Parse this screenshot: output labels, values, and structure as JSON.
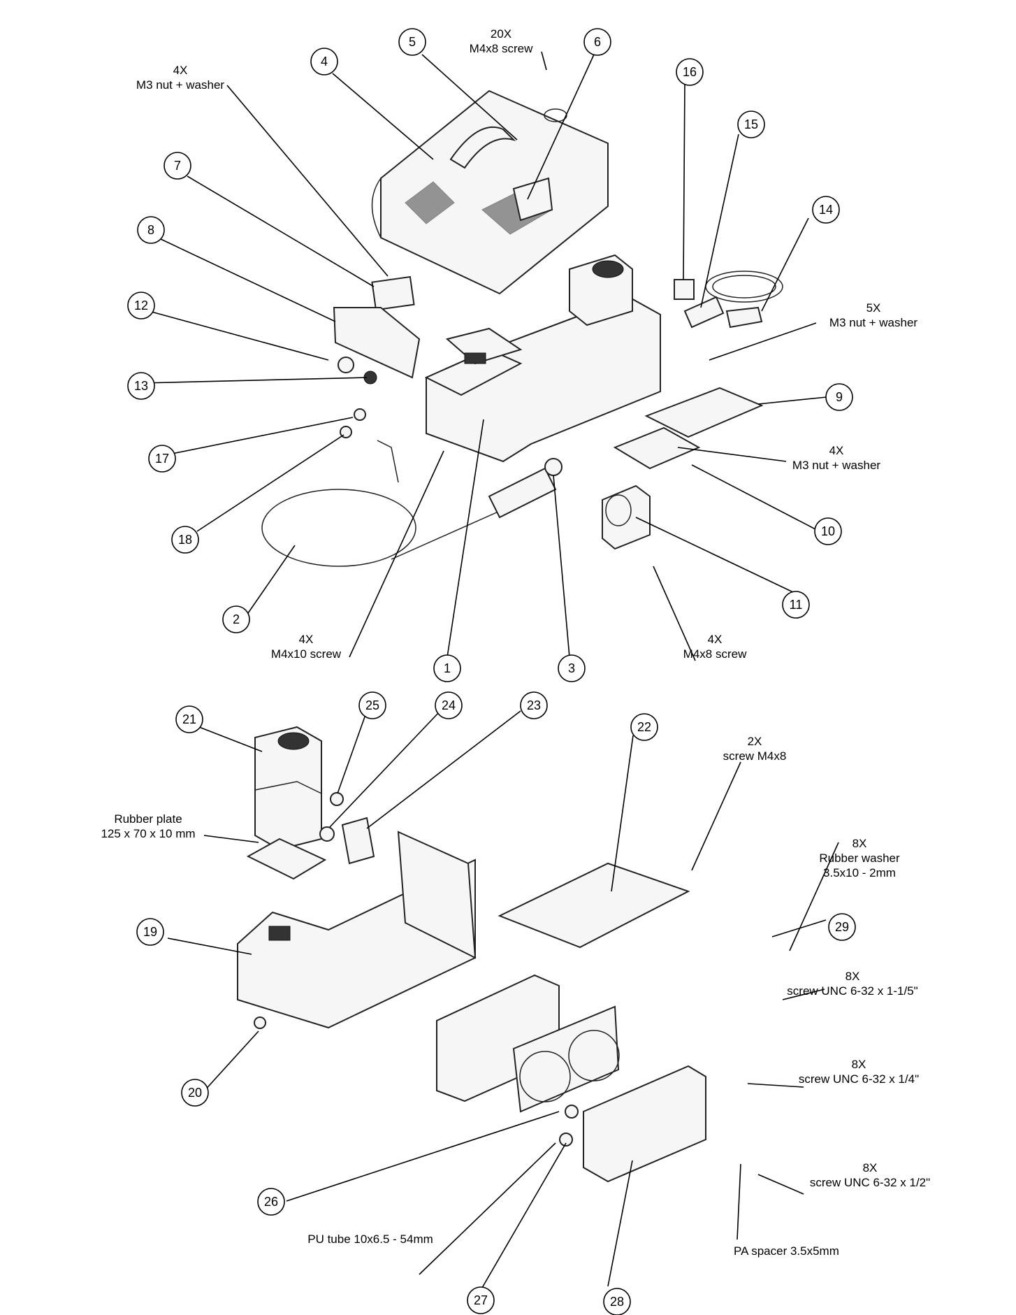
{
  "balloons": {
    "b1": "1",
    "b2": "2",
    "b3": "3",
    "b4": "4",
    "b5": "5",
    "b6": "6",
    "b7": "7",
    "b8": "8",
    "b9": "9",
    "b10": "10",
    "b11": "11",
    "b12": "12",
    "b13": "13",
    "b14": "14",
    "b15": "15",
    "b16": "16",
    "b17": "17",
    "b18": "18",
    "b19": "19",
    "b20": "20",
    "b21": "21",
    "b22": "22",
    "b23": "23",
    "b24": "24",
    "b25": "25",
    "b26": "26",
    "b27": "27",
    "b28": "28",
    "b29": "29"
  },
  "notes": {
    "n_20x_qty": "20X",
    "n_20x_desc": "M4x8 screw",
    "n_4x_m3_top_qty": "4X",
    "n_4x_m3_top_desc": "M3 nut + washer",
    "n_5x_qty": "5X",
    "n_5x_desc": "M3 nut + washer",
    "n_4x_m3_mid_qty": "4X",
    "n_4x_m3_mid_desc": "M3 nut + washer",
    "n_4x_m4x10_qty": "4X",
    "n_4x_m4x10_desc": "M4x10 screw",
    "n_4x_m4x8_qty": "4X",
    "n_4x_m4x8_desc": "M4x8 screw",
    "n_2x_qty": "2X",
    "n_2x_desc": "screw M4x8",
    "n_rubber_l1": "Rubber plate",
    "n_rubber_l2": "125 x 70 x 10 mm",
    "n_8x_washer_qty": "8X",
    "n_8x_washer_l1": "Rubber washer",
    "n_8x_washer_l2": "3.5x10 - 2mm",
    "n_8x_115_qty": "8X",
    "n_8x_115_desc": "screw UNC 6-32 x 1-1/5\"",
    "n_8x_14_qty": "8X",
    "n_8x_14_desc": "screw UNC 6-32 x 1/4\"",
    "n_8x_12_qty": "8X",
    "n_8x_12_desc": "screw UNC 6-32 x 1/2\"",
    "n_pu_tube": "PU tube 10x6.5 - 54mm",
    "n_pa_spacer": "PA spacer 3.5x5mm"
  }
}
